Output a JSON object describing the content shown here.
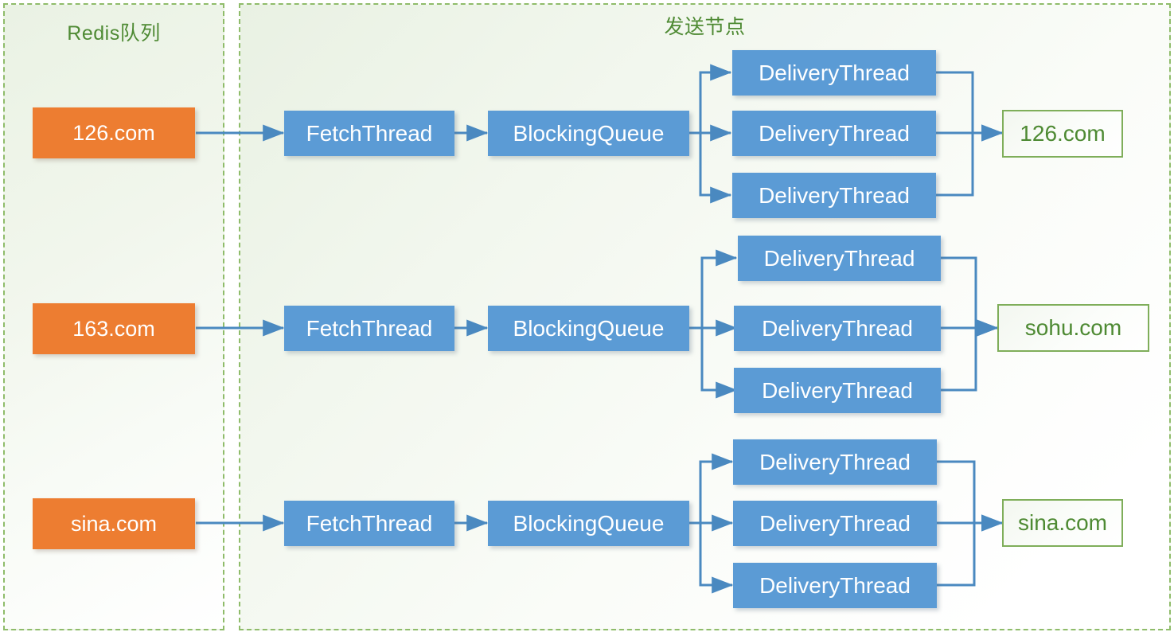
{
  "diagram": {
    "title_left": "Redis队列",
    "title_right": "发送节点",
    "colors": {
      "source_fill": "#ED7D31",
      "process_fill": "#5B9BD5",
      "target_border": "#70AD47",
      "target_text": "#4E8A33",
      "panel_border": "#8FBC6A",
      "arrow": "#4A89C0"
    }
  },
  "panels": {
    "redis": {
      "label": "Redis队列"
    },
    "sender": {
      "label": "发送节点"
    }
  },
  "rows": [
    {
      "source": "126.com",
      "fetch_thread": "FetchThread",
      "blocking_queue": "BlockingQueue",
      "delivery_threads": [
        "DeliveryThread",
        "DeliveryThread",
        "DeliveryThread"
      ],
      "target": "126.com"
    },
    {
      "source": "163.com",
      "fetch_thread": "FetchThread",
      "blocking_queue": "BlockingQueue",
      "delivery_threads": [
        "DeliveryThread",
        "DeliveryThread",
        "DeliveryThread"
      ],
      "target": "sohu.com"
    },
    {
      "source": "sina.com",
      "fetch_thread": "FetchThread",
      "blocking_queue": "BlockingQueue",
      "delivery_threads": [
        "DeliveryThread",
        "DeliveryThread",
        "DeliveryThread"
      ],
      "target": "sina.com"
    }
  ]
}
